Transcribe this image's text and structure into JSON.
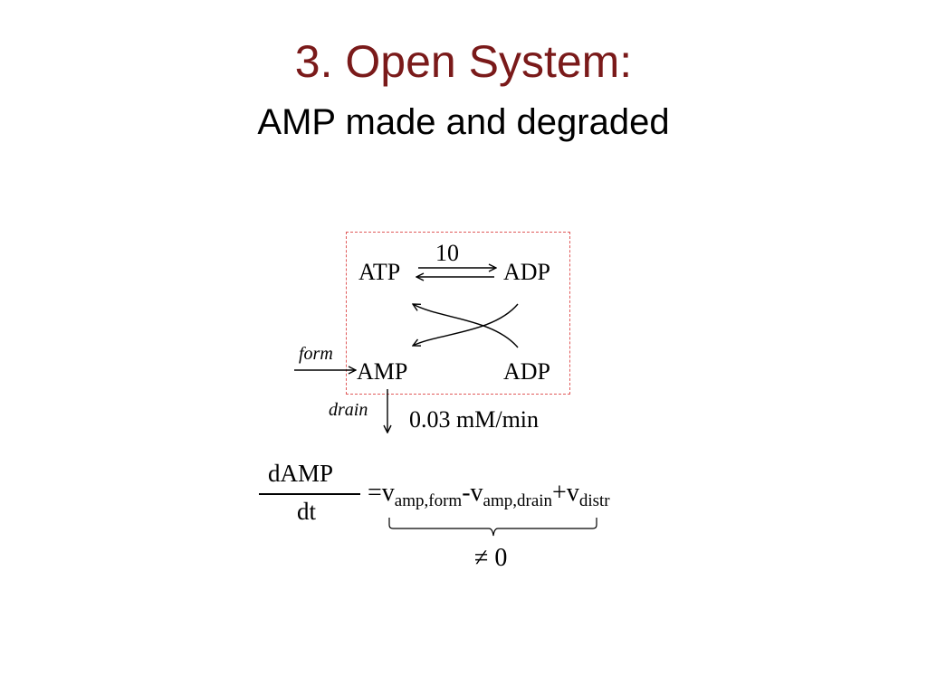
{
  "title": "3. Open System:",
  "subtitle": "AMP made and degraded",
  "diagram": {
    "rate_top": "10",
    "atp": "ATP",
    "adp_top": "ADP",
    "amp": "AMP",
    "adp_bottom": "ADP",
    "form": "form",
    "drain": "drain",
    "drain_rate": "0.03 mM/min"
  },
  "equation": {
    "numerator": "dAMP",
    "denominator": "dt",
    "eq_prefix": "=v",
    "sub1": "amp,form",
    "minus": "-v",
    "sub2": "amp,drain",
    "plus": "+v",
    "sub3": "distr",
    "brace_result": "≠ 0"
  },
  "colors": {
    "title": "#7a1a1a",
    "box_border": "#e05a5a"
  }
}
